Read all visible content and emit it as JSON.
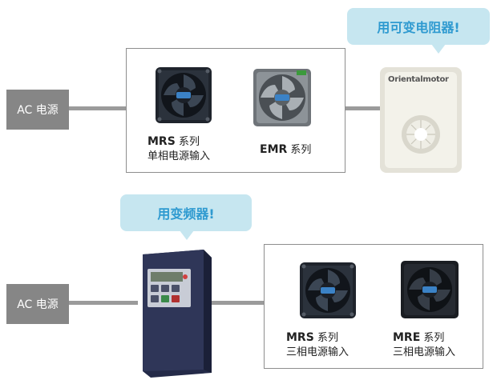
{
  "top_row": {
    "power_label": "AC 电源",
    "callout": "用可变电阻器!",
    "controller_brand": "Orientalmotor",
    "fans": [
      {
        "series": "MRS",
        "suffix": "系列",
        "detail": "单相电源输入"
      },
      {
        "series": "EMR",
        "suffix": "系列",
        "detail": ""
      }
    ]
  },
  "bottom_row": {
    "power_label": "AC 电源",
    "callout": "用变频器!",
    "fans": [
      {
        "series": "MRS",
        "suffix": "系列",
        "detail": "三相电源输入"
      },
      {
        "series": "MRE",
        "suffix": "系列",
        "detail": "三相电源输入"
      }
    ]
  },
  "colors": {
    "callout_bg": "#c6e6f0",
    "callout_text": "#2f9ad0",
    "power_box": "#868686",
    "connector": "#9b9b9b",
    "inverter_body": "#2d3458"
  },
  "icons": [
    "mrs-fan-icon",
    "emr-fan-icon",
    "variable-resistor-icon",
    "inverter-icon",
    "mre-fan-icon"
  ]
}
